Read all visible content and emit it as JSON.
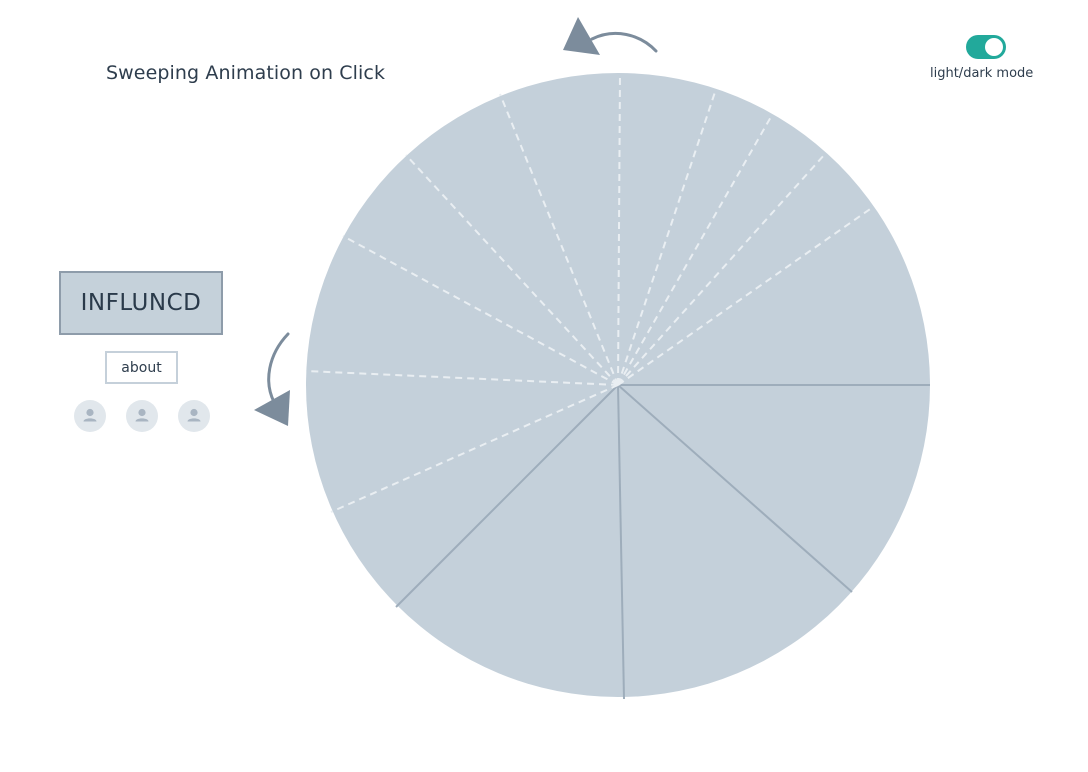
{
  "header": {
    "title": "Sweeping Animation on Click"
  },
  "theme_toggle": {
    "label": "light/dark mode",
    "state": "on",
    "accent_color": "#22a99b"
  },
  "sidebar": {
    "logo_text": "INFLUNCD",
    "about_label": "about",
    "avatars": [
      {
        "icon": "user-icon"
      },
      {
        "icon": "user-icon"
      },
      {
        "icon": "user-icon"
      }
    ]
  },
  "wheel": {
    "fill_color": "#c4d0da",
    "solid_divider_color": "#9eadbb",
    "dashed_divider_color": "#e9eef2",
    "arrow_color": "#7c8c9c",
    "arrows": [
      {
        "name": "rotate-ccw-arrow-top"
      },
      {
        "name": "rotate-ccw-arrow-left"
      }
    ]
  }
}
